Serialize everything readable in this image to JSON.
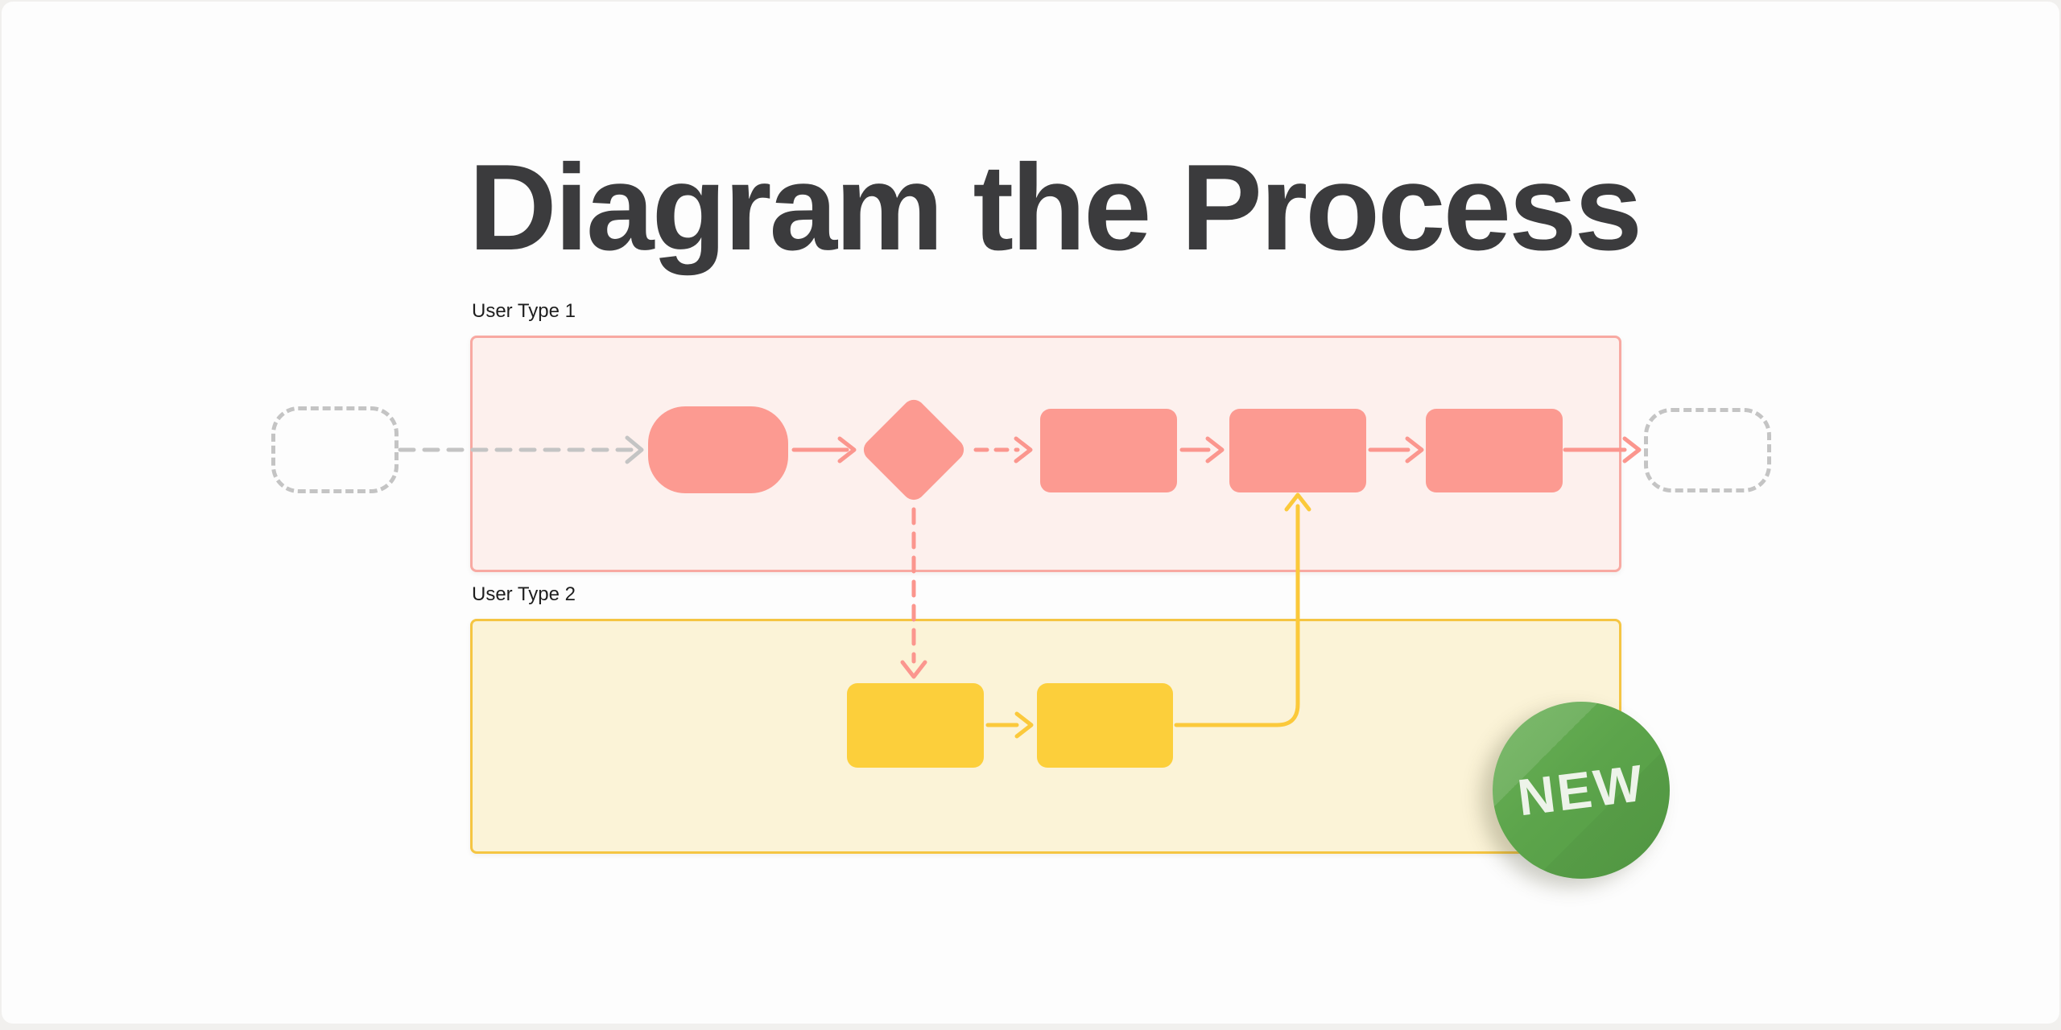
{
  "title": "Diagram the Process",
  "badge": {
    "label": "NEW"
  },
  "lanes": [
    {
      "label": "User Type 1"
    },
    {
      "label": "User Type 2"
    }
  ],
  "diagram": {
    "nodes": [
      {
        "id": "start-ghost",
        "lane": "outside-left",
        "shape": "rounded-rect-dashed",
        "text": ""
      },
      {
        "id": "start-step",
        "lane": "User Type 1",
        "shape": "pill",
        "text": ""
      },
      {
        "id": "decision",
        "lane": "User Type 1",
        "shape": "diamond",
        "text": ""
      },
      {
        "id": "step-1",
        "lane": "User Type 1",
        "shape": "rect",
        "text": ""
      },
      {
        "id": "step-2",
        "lane": "User Type 1",
        "shape": "rect",
        "text": ""
      },
      {
        "id": "step-3",
        "lane": "User Type 1",
        "shape": "rect",
        "text": ""
      },
      {
        "id": "end-ghost",
        "lane": "outside-right",
        "shape": "rounded-rect-dashed",
        "text": ""
      },
      {
        "id": "alt-step-1",
        "lane": "User Type 2",
        "shape": "rect",
        "text": ""
      },
      {
        "id": "alt-step-2",
        "lane": "User Type 2",
        "shape": "rect",
        "text": ""
      }
    ],
    "edges": [
      {
        "from": "start-ghost",
        "to": "start-step",
        "style": "dashed-gray-arrow"
      },
      {
        "from": "start-step",
        "to": "decision",
        "style": "solid-pink-arrow"
      },
      {
        "from": "decision",
        "to": "step-1",
        "style": "dashed-pink-arrow"
      },
      {
        "from": "decision",
        "to": "alt-step-1",
        "style": "dashed-pink-arrow-down"
      },
      {
        "from": "step-1",
        "to": "step-2",
        "style": "solid-pink-arrow"
      },
      {
        "from": "step-2",
        "to": "step-3",
        "style": "solid-pink-arrow"
      },
      {
        "from": "step-3",
        "to": "end-ghost",
        "style": "solid-pink-arrow"
      },
      {
        "from": "alt-step-1",
        "to": "alt-step-2",
        "style": "solid-yellow-arrow"
      },
      {
        "from": "alt-step-2",
        "to": "step-2",
        "style": "solid-yellow-elbow-arrow-up"
      }
    ]
  },
  "colors": {
    "page-bg": "#F1F0EE",
    "card-bg": "#FDFDFD",
    "title-text": "#3B3B3D",
    "label-text": "#1E1E1E",
    "pink": "#FC9A91",
    "pink-arrow": "#FB968E",
    "pink-lane-fill": "#FDF0ED",
    "pink-lane-border": "#F8A9A2",
    "yellow": "#FCCF3B",
    "yellow-arrow": "#FBC93B",
    "yellow-lane-fill": "#FBF3D7",
    "yellow-lane-border": "#F5C542",
    "gray-dash": "#C4C4C4",
    "badge-green": "#5CA44B",
    "badge-text": "#EDF3E9"
  }
}
